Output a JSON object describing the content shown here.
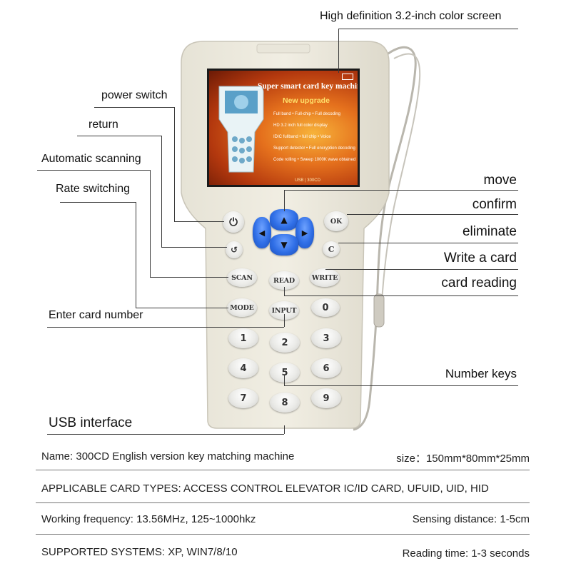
{
  "callouts": {
    "screen": "High definition 3.2-inch color screen",
    "power": "power switch",
    "return": "return",
    "auto_scan": "Automatic scanning",
    "rate": "Rate switching",
    "enter_card": "Enter card number",
    "move": "move",
    "confirm": "confirm",
    "eliminate": "eliminate",
    "write": "Write a card",
    "read": "card reading",
    "number_keys": "Number keys",
    "usb": "USB interface"
  },
  "screen": {
    "title": "Super smart card key machine",
    "subtitle": "New upgrade",
    "features": [
      "Full band • Full-chip • Full decoding",
      "HD 3.2 inch full color display",
      "IDIC fullband • full chip • Voice",
      "Support detector • Full encryption decoding",
      "Code rolling • Sweep 1000K wave obtained"
    ],
    "model": "USB | 300CD"
  },
  "keys": {
    "ok": "OK",
    "c": "C",
    "scan": "SCAN",
    "read": "READ",
    "write": "WRITE",
    "mode": "MODE",
    "input": "INPUT",
    "digits": [
      "0",
      "1",
      "2",
      "3",
      "4",
      "5",
      "6",
      "7",
      "8",
      "9"
    ]
  },
  "specs": {
    "name": "Name: 300CD English version key matching machine",
    "size": "size：150mm*80mm*25mm",
    "card_types": "APPLICABLE CARD TYPES: ACCESS CONTROL ELEVATOR IC/ID CARD, UFUID, UID, HID",
    "frequency": "Working frequency: 13.56MHz, 125~1000hkz",
    "distance": "Sensing distance: 1-5cm",
    "systems": "SUPPORTED SYSTEMS: XP, WIN7/8/10",
    "reading_time": "Reading time: 1-3 seconds"
  }
}
